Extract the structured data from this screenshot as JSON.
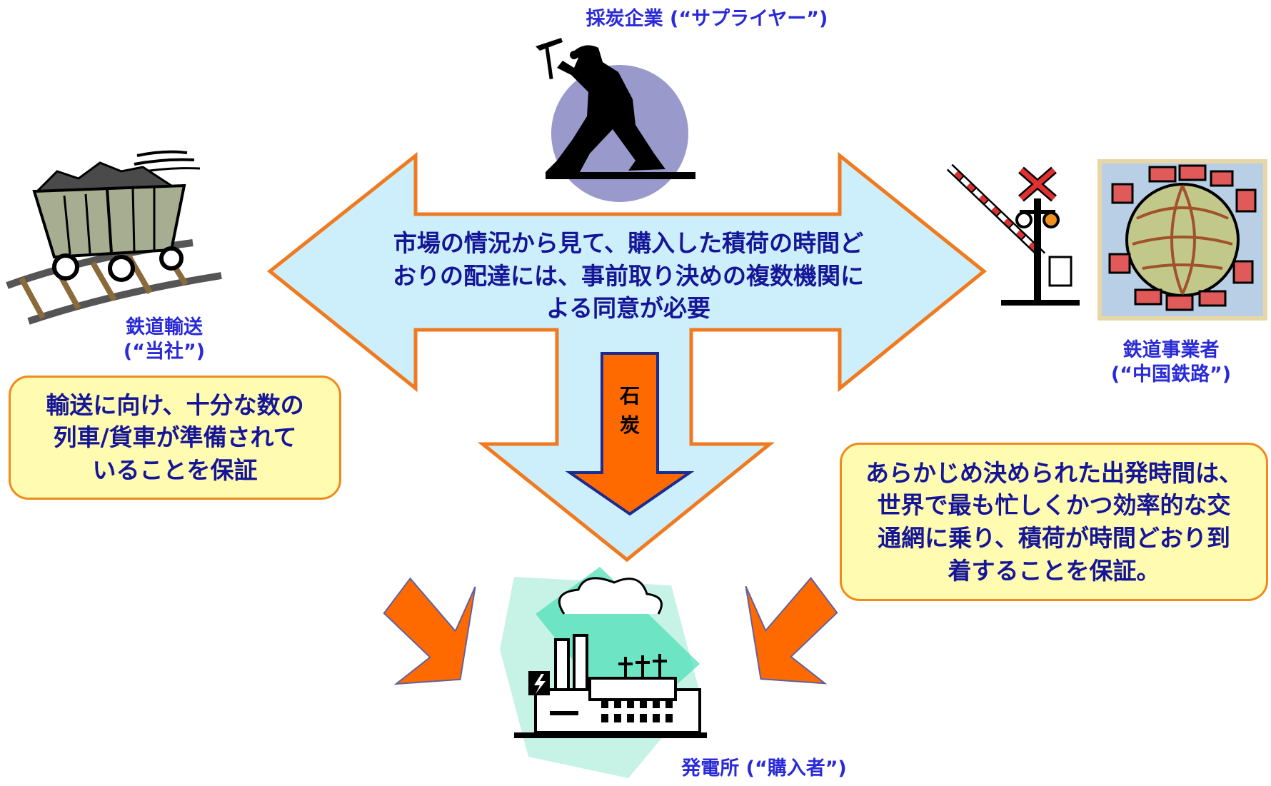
{
  "labels": {
    "miner": "採炭企業 (“サプライヤー”)",
    "rail_transport_line1": "鉄道輸送",
    "rail_transport_line2": "(“当社”)",
    "railway_operator_line1": "鉄道事業者",
    "railway_operator_line2": "(“中国鉄路”)",
    "power_plant": "発電所 (“購入者”)"
  },
  "center": {
    "line1": "市場の情況から見て、購入した積荷の時間ど",
    "line2": "おりの配達には、事前取り決めの複数機関に",
    "line3": "よる同意が必要"
  },
  "coal_arrow": {
    "char1": "石",
    "char2": "炭"
  },
  "callouts": {
    "left": {
      "line1": "輸送に向け、十分な数の",
      "line2": "列車/貨車が準備されて",
      "line3": "いることを保証"
    },
    "right": {
      "line1": "あらかじめ決められた出発時間は、",
      "line2": "世界で最も忙しくかつ効率的な交",
      "line3": "通網に乗り、積荷が時間どおり到",
      "line4": "着することを保証。"
    }
  },
  "colors": {
    "label_blue": "#2a2ad8",
    "text_navy": "#151598",
    "arrow_fill": "#cdeefb",
    "arrow_border": "#f07a20",
    "coal_arrow": "#ff6a00",
    "callout_fill": "#fffbb0",
    "callout_border": "#f08a1c"
  },
  "icons": {
    "miner": "miner-with-pickaxe-icon",
    "mine_cart": "coal-mine-cart-icon",
    "railroad_crossing": "railroad-crossing-signal-icon",
    "globe_trains": "globe-with-trains-icon",
    "power_plant": "power-plant-factory-icon"
  }
}
